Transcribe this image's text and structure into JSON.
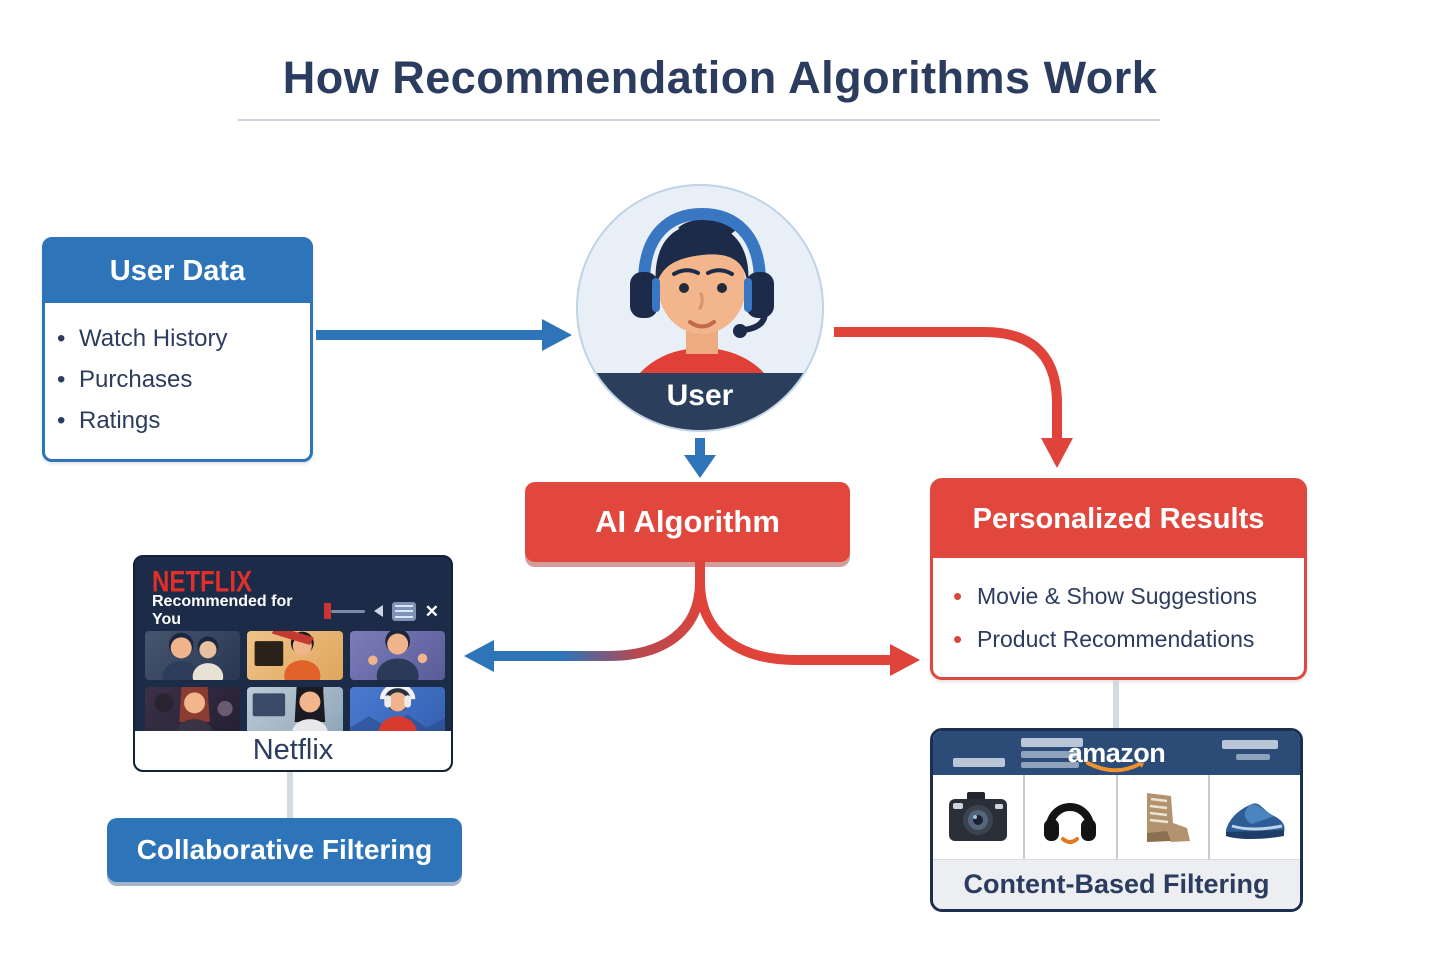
{
  "title": "How Recommendation Algorithms Work",
  "user_data_box": {
    "title": "User Data",
    "items": [
      "Watch History",
      "Purchases",
      "Ratings"
    ]
  },
  "user": {
    "label": "User"
  },
  "ai_box": {
    "label": "AI Algorithm"
  },
  "results_box": {
    "title": "Personalized Results",
    "items": [
      "Movie & Show Suggestions",
      "Product Recommendations"
    ]
  },
  "netflix_card": {
    "logo": "NETFLIX",
    "header": "Recommended for You",
    "caption": "Netflix",
    "close_glyph": "✕",
    "thumbnails": [
      {
        "bg": "linear-gradient(135deg,#46566f,#2a3652)",
        "shirt": "#2e3d5c",
        "hair": "#1f2740"
      },
      {
        "bg": "linear-gradient(135deg,#efc487,#dfa65e)",
        "shirt": "#e2622b",
        "hair": "#1a1a22"
      },
      {
        "bg": "linear-gradient(135deg,#7b7db9,#5a5c9a)",
        "shirt": "#2c3a5a",
        "hair": "#1d2438"
      },
      {
        "bg": "linear-gradient(135deg,#3b3149,#241f33)",
        "shirt": "#3a3344",
        "hair": "#8a3b32"
      },
      {
        "bg": "linear-gradient(135deg,#bccbd7,#8fa6b8)",
        "shirt": "#e8e8ea",
        "hair": "#1a1a22"
      },
      {
        "bg": "linear-gradient(135deg,#4a7ad0,#3560b0)",
        "shirt": "#d83a2e",
        "hair": "#2a3142"
      }
    ]
  },
  "collaborative_box": {
    "label": "Collaborative Filtering"
  },
  "amazon_card": {
    "logo": "amazon",
    "caption": "Content-Based Filtering",
    "products": [
      "camera",
      "headphones",
      "boot",
      "sneaker"
    ]
  },
  "colors": {
    "blue": "#2e74b9",
    "red": "#e2473d",
    "navy_text": "#2c3c5e",
    "netflix_red": "#e12f2a",
    "amazon_header_navy": "#2c4b76",
    "amazon_orange": "#f0922e",
    "connector_gray": "#d5dade"
  }
}
